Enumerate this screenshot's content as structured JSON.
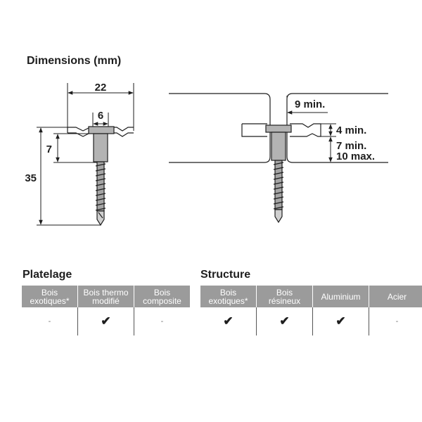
{
  "title": "Dimensions (mm)",
  "left_diagram": {
    "dim_width": "22",
    "dim_head": "6",
    "dim_shank": "7",
    "dim_length": "35"
  },
  "right_diagram": {
    "gap": "9 min.",
    "clip_thickness": "4 min.",
    "embed_min": "7 min.",
    "embed_max": "10 max."
  },
  "platelage": {
    "title": "Platelage",
    "headers": [
      [
        "Bois",
        "exotiques*"
      ],
      [
        "Bois thermo",
        "modifié"
      ],
      [
        "Bois",
        "composite"
      ]
    ],
    "values": [
      "-",
      "✔",
      "-"
    ]
  },
  "structure": {
    "title": "Structure",
    "headers": [
      [
        "Bois",
        "exotiques*"
      ],
      [
        "Bois",
        "résineux"
      ],
      [
        "Aluminium"
      ],
      [
        "Acier"
      ]
    ],
    "values": [
      "✔",
      "✔",
      "✔",
      "-"
    ]
  }
}
